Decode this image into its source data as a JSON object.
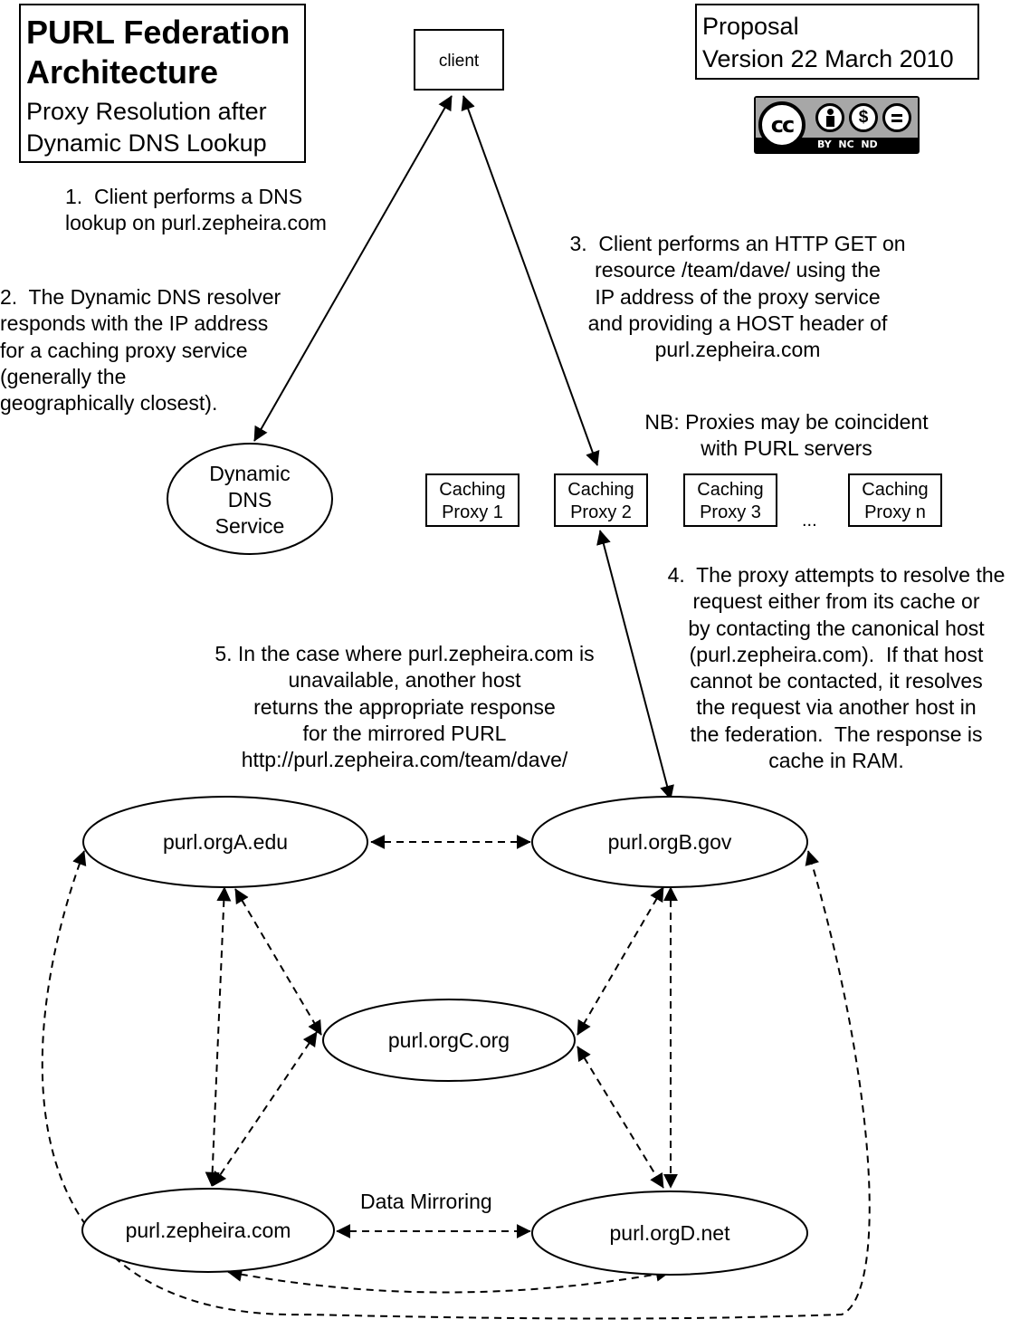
{
  "title": {
    "main": "PURL Federation\nArchitecture",
    "subtitle": "Proxy Resolution after\nDynamic DNS Lookup"
  },
  "proposal": {
    "line1": "Proposal",
    "line2": "Version 22 March 2010"
  },
  "license_badge": {
    "cc": "cc",
    "terms": "BY  NC  ND"
  },
  "nodes": {
    "client": "client",
    "dns": "Dynamic\nDNS\nService",
    "proxies": [
      "Caching\nProxy 1",
      "Caching\nProxy 2",
      "Caching\nProxy 3",
      "Caching\nProxy n"
    ],
    "ellipsis": "...",
    "orgA": "purl.orgA.edu",
    "orgB": "purl.orgB.gov",
    "orgC": "purl.orgC.org",
    "zepheira": "purl.zepheira.com",
    "orgD": "purl.orgD.net"
  },
  "annotations": {
    "step1": "1.  Client performs a DNS\nlookup on purl.zepheira.com",
    "step2": "2.  The Dynamic DNS resolver\nresponds with the IP address\nfor a caching proxy service\n(generally the\ngeographically closest).",
    "step3": "3.  Client performs an HTTP GET on\nresource /team/dave/ using the\nIP address of the proxy service\nand providing a HOST header of\npurl.zepheira.com",
    "nb": "NB: Proxies may be coincident\nwith PURL servers",
    "step4": "4.  The proxy attempts to resolve the\nrequest either from its cache or\nby contacting the canonical host\n(purl.zepheira.com).  If that host\ncannot be contacted, it resolves\nthe request via another host in\nthe federation.  The response is\ncache in RAM.",
    "step5": "5. In the case where purl.zepheira.com is\nunavailable, another host\nreturns the appropriate response\nfor the mirrored PURL\nhttp://purl.zepheira.com/team/dave/",
    "mirroring": "Data Mirroring"
  }
}
